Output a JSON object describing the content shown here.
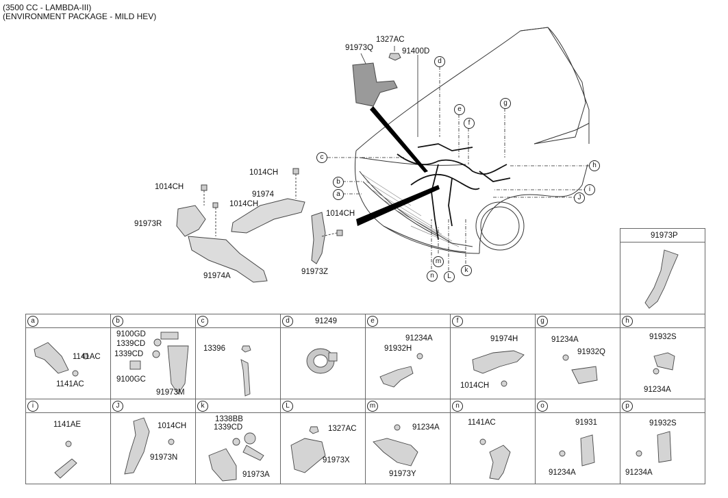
{
  "header": {
    "line1": "(3500 CC - LAMBDA-III)",
    "line2": "(ENVIRONMENT PACKAGE - MILD HEV)"
  },
  "main_labels": {
    "p91973Q": "91973Q",
    "p1327AC": "1327AC",
    "p91400D": "91400D",
    "p1014CH_a": "1014CH",
    "p1014CH_b": "1014CH",
    "p1014CH_c": "1014CH",
    "p1014CH_d": "1014CH",
    "p91974": "91974",
    "p91973R": "91973R",
    "p91974A": "91974A",
    "p91973Z": "91973Z",
    "p91973P": "91973P"
  },
  "callouts": {
    "a": "a",
    "b": "b",
    "c": "c",
    "d": "d",
    "e": "e",
    "f": "f",
    "g": "g",
    "h": "h",
    "i": "i",
    "J": "J",
    "k": "k",
    "L": "L",
    "m": "m",
    "n": "n"
  },
  "grid": {
    "row1": [
      {
        "letter": "a",
        "title": "",
        "parts": [
          "1141AC",
          "1141AC"
        ]
      },
      {
        "letter": "b",
        "title": "",
        "parts": [
          "9100GD",
          "1339CD",
          "1339CD",
          "9100GC",
          "91973M"
        ]
      },
      {
        "letter": "c",
        "title": "",
        "parts": [
          "13396"
        ]
      },
      {
        "letter": "d",
        "title": "91249",
        "parts": []
      },
      {
        "letter": "e",
        "title": "",
        "parts": [
          "91234A",
          "91932H"
        ]
      },
      {
        "letter": "f",
        "title": "",
        "parts": [
          "91974H",
          "1014CH"
        ]
      },
      {
        "letter": "g",
        "title": "",
        "parts": [
          "91234A",
          "91932Q"
        ]
      },
      {
        "letter": "h",
        "title": "",
        "parts": [
          "91932S",
          "91234A"
        ]
      }
    ],
    "row2": [
      {
        "letter": "i",
        "title": "",
        "parts": [
          "1141AE"
        ]
      },
      {
        "letter": "J",
        "title": "",
        "parts": [
          "1014CH",
          "91973N"
        ]
      },
      {
        "letter": "k",
        "title": "",
        "parts": [
          "1338BB",
          "1339CD",
          "91973A"
        ]
      },
      {
        "letter": "L",
        "title": "",
        "parts": [
          "1327AC",
          "91973X"
        ]
      },
      {
        "letter": "m",
        "title": "",
        "parts": [
          "91234A",
          "91973Y"
        ]
      },
      {
        "letter": "n",
        "title": "",
        "parts": [
          "1141AC"
        ]
      },
      {
        "letter": "o",
        "title": "",
        "parts": [
          "91931",
          "91234A"
        ]
      },
      {
        "letter": "p",
        "title": "",
        "parts": [
          "91932S",
          "91234A"
        ]
      }
    ]
  }
}
